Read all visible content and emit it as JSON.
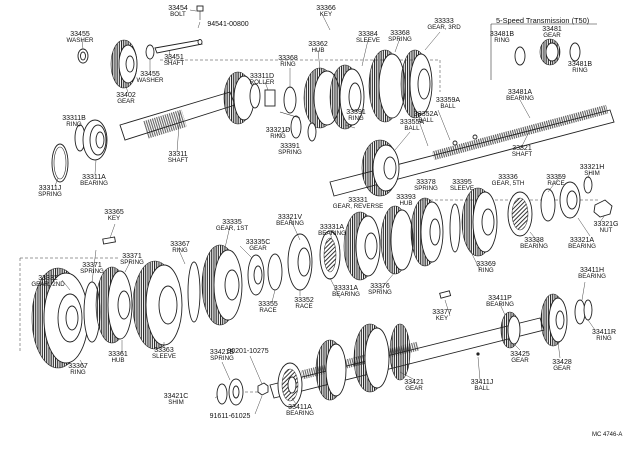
{
  "inset_title": "5-Speed Transmission (T50)",
  "figure_code": "MC 4746-A",
  "parts": [
    {
      "id": "p33454",
      "num": "33454",
      "desc": "BOLT"
    },
    {
      "id": "p94541",
      "num": "94541-00800",
      "desc": ""
    },
    {
      "id": "p33366",
      "num": "33366",
      "desc": "KEY"
    },
    {
      "id": "p33455a",
      "num": "33455",
      "desc": "WASHER"
    },
    {
      "id": "p33451",
      "num": "33451",
      "desc": "SHAFT"
    },
    {
      "id": "p33455b",
      "num": "33455",
      "desc": "WASHER"
    },
    {
      "id": "p33402",
      "num": "33402",
      "desc": "GEAR"
    },
    {
      "id": "p33362",
      "num": "33362",
      "desc": "HUB"
    },
    {
      "id": "p33384",
      "num": "33384",
      "desc": "SLEEVE"
    },
    {
      "id": "p33368a",
      "num": "33368",
      "desc": "SPRING"
    },
    {
      "id": "p33333",
      "num": "33333",
      "desc": "GEAR, 3RD"
    },
    {
      "id": "p33368b",
      "num": "33368",
      "desc": "RING"
    },
    {
      "id": "p33311d",
      "num": "33311D",
      "desc": "ROLLER"
    },
    {
      "id": "p33481b1",
      "num": "33481B",
      "desc": "RING"
    },
    {
      "id": "p33481",
      "num": "33481",
      "desc": "GEAR"
    },
    {
      "id": "p33481b2",
      "num": "33481B",
      "desc": "RING"
    },
    {
      "id": "p33481a",
      "num": "33481A",
      "desc": "BEARING"
    },
    {
      "id": "p33311b",
      "num": "33311B",
      "desc": "RING"
    },
    {
      "id": "p33359a",
      "num": "33359A",
      "desc": "BALL"
    },
    {
      "id": "p33352a",
      "num": "33352A",
      "desc": "BALL"
    },
    {
      "id": "p33355a",
      "num": "33355A",
      "desc": "BALL"
    },
    {
      "id": "p33321d",
      "num": "33321D",
      "desc": "RING"
    },
    {
      "id": "p33391a",
      "num": "33391",
      "desc": "RING"
    },
    {
      "id": "p33391b",
      "num": "33391",
      "desc": "SPRING"
    },
    {
      "id": "p33311",
      "num": "33311",
      "desc": "SHAFT"
    },
    {
      "id": "p33321",
      "num": "33321",
      "desc": "SHAFT"
    },
    {
      "id": "p33311a",
      "num": "33311A",
      "desc": "BEARING"
    },
    {
      "id": "p33311j",
      "num": "33311J",
      "desc": "SPRING"
    },
    {
      "id": "p33378",
      "num": "33378",
      "desc": "SPRING"
    },
    {
      "id": "p33395",
      "num": "33395",
      "desc": "SLEEVE"
    },
    {
      "id": "p33336",
      "num": "33336",
      "desc": "GEAR, 5TH"
    },
    {
      "id": "p33359",
      "num": "33359",
      "desc": "RACE"
    },
    {
      "id": "p33321h",
      "num": "33321H",
      "desc": "SHIM"
    },
    {
      "id": "p33331",
      "num": "33331",
      "desc": "GEAR, REVERSE"
    },
    {
      "id": "p33393",
      "num": "33393",
      "desc": "HUB"
    },
    {
      "id": "p33365",
      "num": "33365",
      "desc": "KEY"
    },
    {
      "id": "p33335",
      "num": "33335",
      "desc": "GEAR, 1ST"
    },
    {
      "id": "p33321v",
      "num": "33321V",
      "desc": "BEARING"
    },
    {
      "id": "p33331a1",
      "num": "33331A",
      "desc": "BEARING"
    },
    {
      "id": "p33321g",
      "num": "33321G",
      "desc": "NUT"
    },
    {
      "id": "p33367a",
      "num": "33367",
      "desc": "RING"
    },
    {
      "id": "p33335c",
      "num": "33335C",
      "desc": "GEAR"
    },
    {
      "id": "p33338",
      "num": "33338",
      "desc": "BEARING"
    },
    {
      "id": "p33321a",
      "num": "33321A",
      "desc": "BEARING"
    },
    {
      "id": "p33371a",
      "num": "33371",
      "desc": "SPRING"
    },
    {
      "id": "p33371b",
      "num": "33371",
      "desc": "SPRING"
    },
    {
      "id": "p33369",
      "num": "33369",
      "desc": "RING"
    },
    {
      "id": "p33332",
      "num": "33332",
      "desc": "GEAR, 2ND"
    },
    {
      "id": "p33411h",
      "num": "33411H",
      "desc": "BEARING"
    },
    {
      "id": "p33331a2",
      "num": "33331A",
      "desc": "BEARING"
    },
    {
      "id": "p33376",
      "num": "33376",
      "desc": "SPRING"
    },
    {
      "id": "p33355",
      "num": "33355",
      "desc": "RACE"
    },
    {
      "id": "p33352",
      "num": "33352",
      "desc": "RACE"
    },
    {
      "id": "p33411p",
      "num": "33411P",
      "desc": "BEARING"
    },
    {
      "id": "p33377",
      "num": "33377",
      "desc": "KEY"
    },
    {
      "id": "p33361",
      "num": "33361",
      "desc": "HUB"
    },
    {
      "id": "p33363",
      "num": "33363",
      "desc": "SLEEVE"
    },
    {
      "id": "p33367b",
      "num": "33367",
      "desc": "RING"
    },
    {
      "id": "p33421b",
      "num": "33421B",
      "desc": "SPRING"
    },
    {
      "id": "p90201",
      "num": "90201-10275",
      "desc": ""
    },
    {
      "id": "p33421",
      "num": "33421",
      "desc": "GEAR"
    },
    {
      "id": "p33425",
      "num": "33425",
      "desc": "GEAR"
    },
    {
      "id": "p33428",
      "num": "33428",
      "desc": "GEAR"
    },
    {
      "id": "p33411r",
      "num": "33411R",
      "desc": "RING"
    },
    {
      "id": "p33411j",
      "num": "33411J",
      "desc": "BALL"
    },
    {
      "id": "p33421c",
      "num": "33421C",
      "desc": "SHIM"
    },
    {
      "id": "p91611",
      "num": "91611-61025",
      "desc": ""
    },
    {
      "id": "p33411a",
      "num": "33411A",
      "desc": "BEARING"
    }
  ]
}
